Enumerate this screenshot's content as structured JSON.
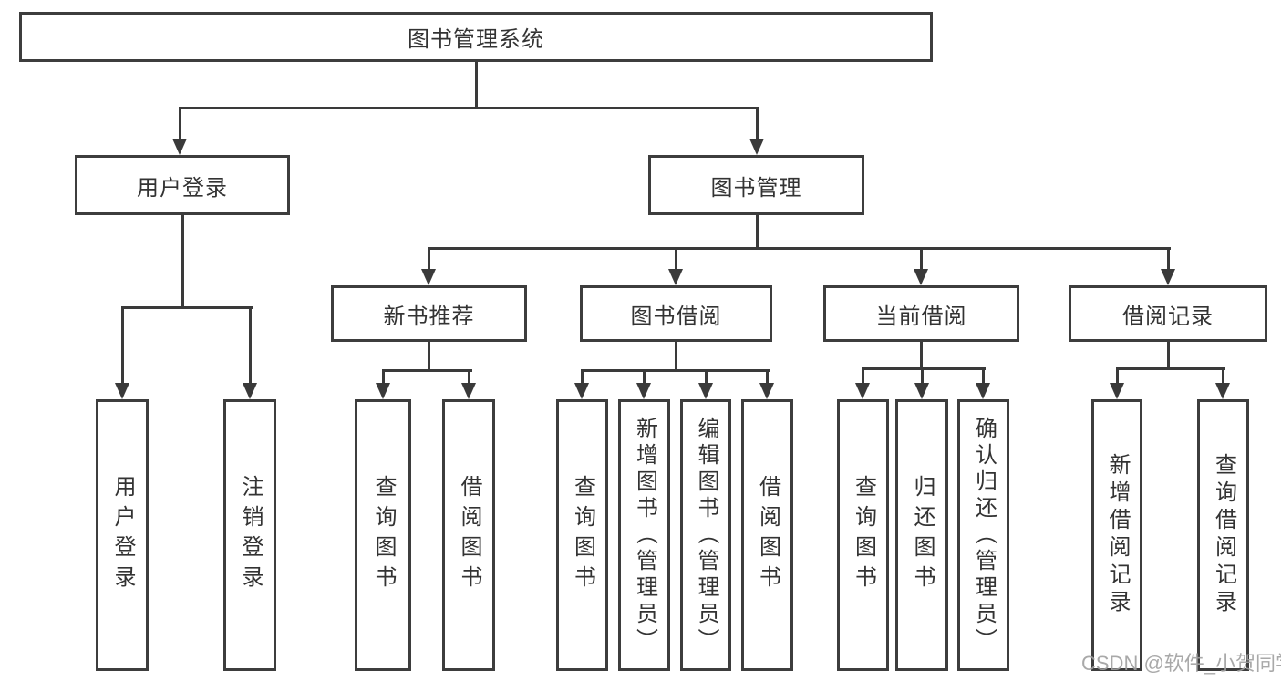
{
  "tree": {
    "root": {
      "label": "图书管理系统",
      "children": [
        {
          "label": "用户登录",
          "children": [
            {
              "label": "用户登录"
            },
            {
              "label": "注销登录"
            }
          ]
        },
        {
          "label": "图书管理",
          "children": [
            {
              "label": "新书推荐",
              "children": [
                {
                  "label": "查询图书"
                },
                {
                  "label": "借阅图书"
                }
              ]
            },
            {
              "label": "图书借阅",
              "children": [
                {
                  "label": "查询图书"
                },
                {
                  "label": "新增图书（管理员）"
                },
                {
                  "label": "编辑图书（管理员）"
                },
                {
                  "label": "借阅图书"
                }
              ]
            },
            {
              "label": "当前借阅",
              "children": [
                {
                  "label": "查询图书"
                },
                {
                  "label": "归还图书"
                },
                {
                  "label": "确认归还（管理员）"
                }
              ]
            },
            {
              "label": "借阅记录",
              "children": [
                {
                  "label": "新增借阅记录"
                },
                {
                  "label": "查询借阅记录"
                }
              ]
            }
          ]
        }
      ]
    }
  },
  "watermark": "CSDN @软件_小贺同学",
  "colors": {
    "line": "#3a3a3a",
    "border": "#3d3d3d",
    "text": "#333333",
    "watermark": "#a0a0a0"
  }
}
